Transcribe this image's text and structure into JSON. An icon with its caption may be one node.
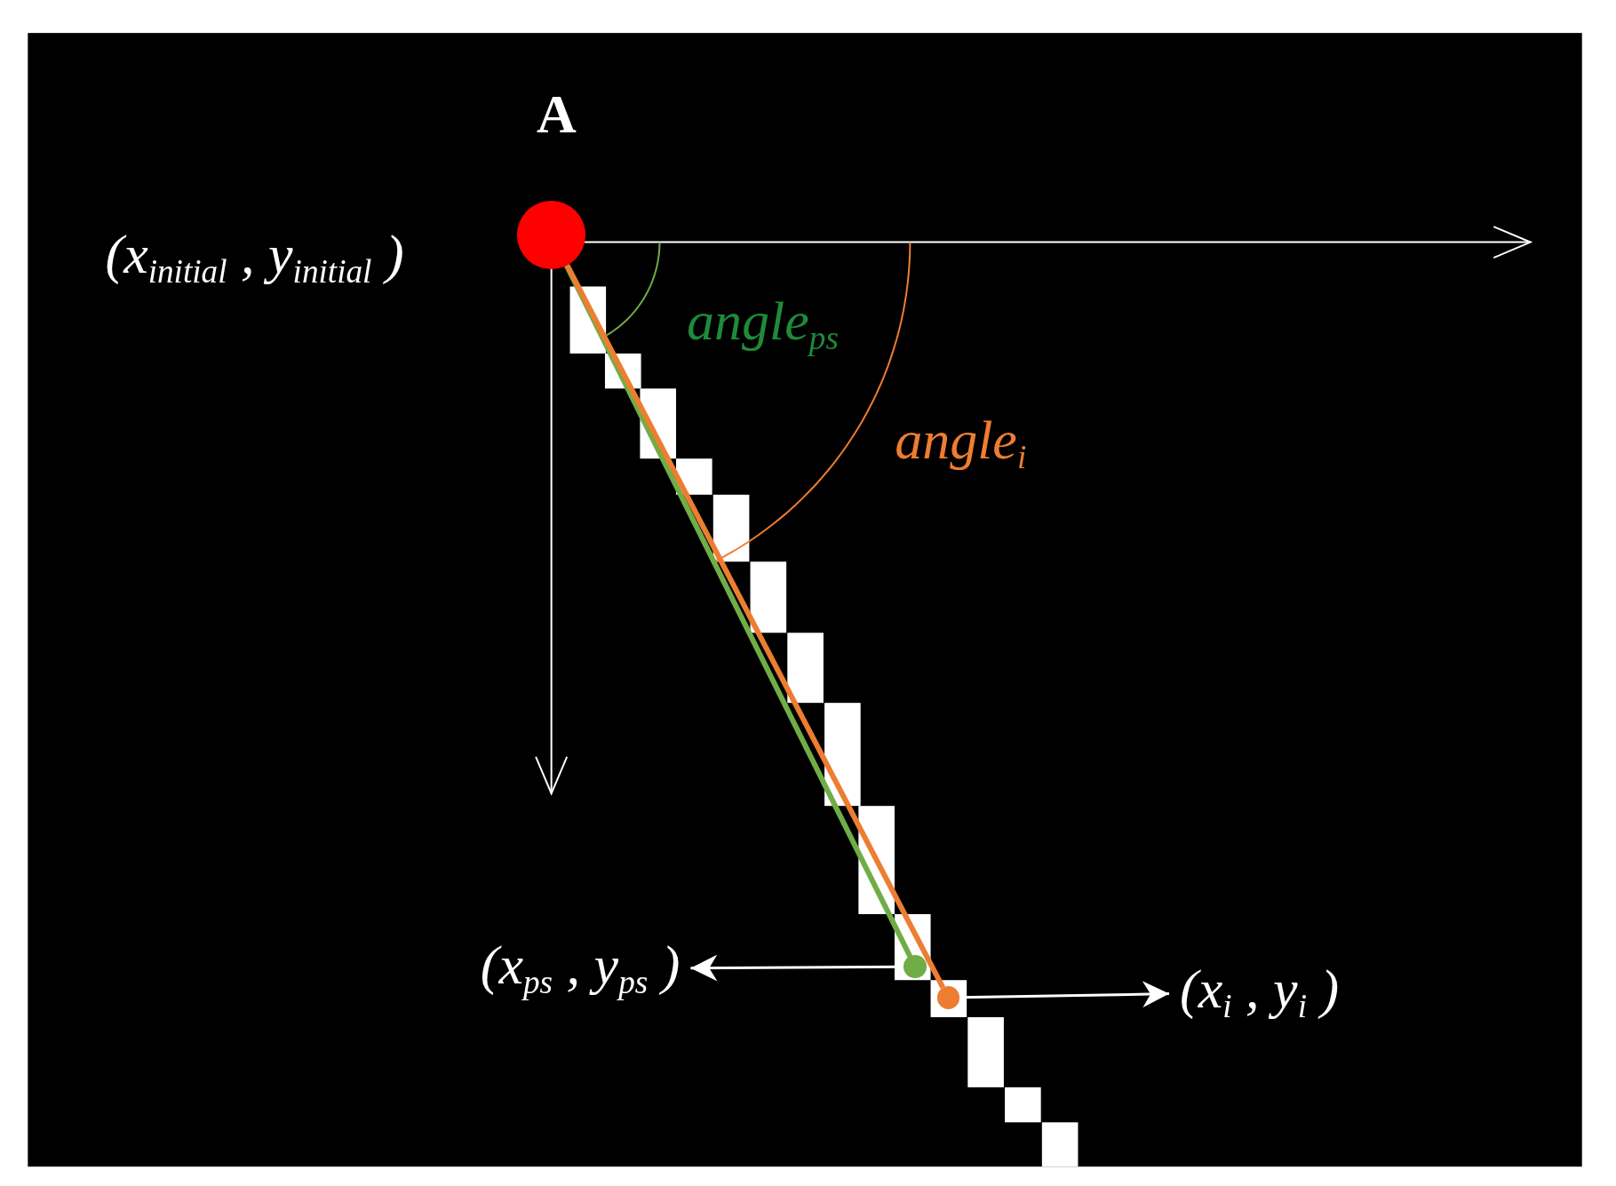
{
  "diagram": {
    "nodes": [
      {
        "text": [],
        "shape": "circle"
      },
      {
        "text": [],
        "shape": "circle"
      },
      {
        "text": [],
        "shape": "circle"
      },
      {
        "text": [
          "(x$_{ps}$ , y$_{ps}$ )"
        ]
      },
      {
        "text": [
          "(x$_{i}$ , y$_{i}$ )"
        ]
      }
    ],
    "edges": [
      {
        "from": 0,
        "to": 1,
        "arrow": "none",
        "style": "thick",
        "color": "#70ad47"
      },
      {
        "from": 0,
        "to": 2,
        "arrow": "none",
        "style": "thick",
        "color": "#ed7d31"
      },
      {
        "from": 1,
        "to": 3,
        "arrow": "to"
      },
      {
        "from": 2,
        "to": 4,
        "arrow": "to"
      }
    ],
    "labels": [
      "A",
      "(x$_{initial}$ , y$_{initial}$ )",
      "angle$_{ps}$",
      "angle$_{i}$"
    ]
  }
}
